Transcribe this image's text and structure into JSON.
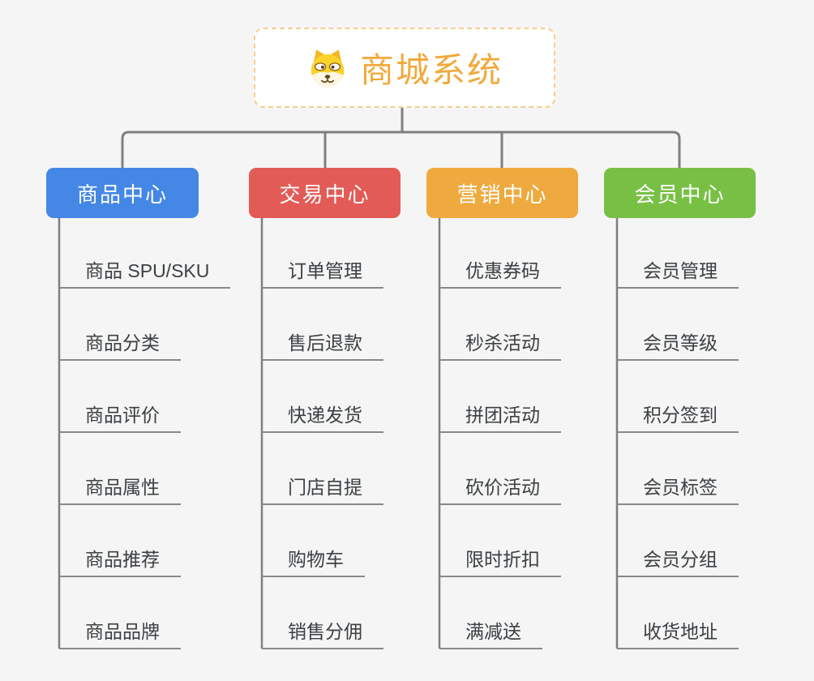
{
  "canvas": {
    "background_color": "#f5f5f5",
    "connector_color": "#7f7f7f",
    "leaf_underline_color": "#87898b",
    "leaf_text_color": "#3c4043"
  },
  "root": {
    "label": "商城系统",
    "icon": "shiba-dog-icon",
    "text_color": "#f1a93c",
    "border_color": "#f7cd8b"
  },
  "branches": [
    {
      "label": "商品中心",
      "color": "#4587e5",
      "items": [
        "商品 SPU/SKU",
        "商品分类",
        "商品评价",
        "商品属性",
        "商品推荐",
        "商品品牌"
      ]
    },
    {
      "label": "交易中心",
      "color": "#e35b56",
      "items": [
        "订单管理",
        "售后退款",
        "快递发货",
        "门店自提",
        "购物车",
        "销售分佣"
      ]
    },
    {
      "label": "营销中心",
      "color": "#eeaa3e",
      "items": [
        "优惠券码",
        "秒杀活动",
        "拼团活动",
        "砍价活动",
        "限时折扣",
        "满减送"
      ]
    },
    {
      "label": "会员中心",
      "color": "#77c044",
      "items": [
        "会员管理",
        "会员等级",
        "积分签到",
        "会员标签",
        "会员分组",
        "收货地址"
      ]
    }
  ]
}
